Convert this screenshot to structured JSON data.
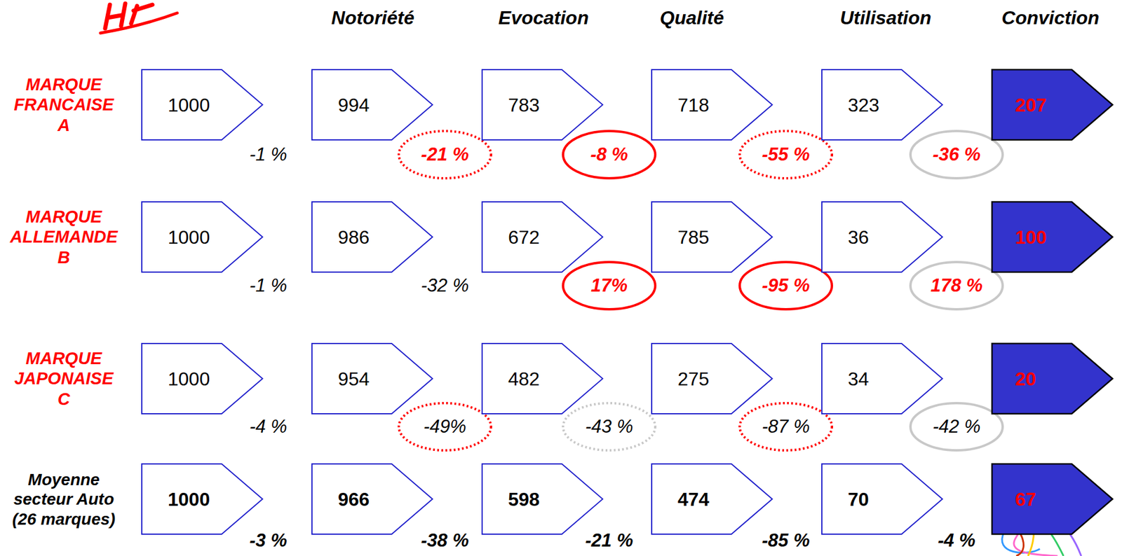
{
  "diagram": {
    "nodes": [
      {
        "text": [
          "1000"
        ]
      },
      {
        "text": [
          "994"
        ]
      },
      {
        "text": [
          "783"
        ]
      },
      {
        "text": [
          "718"
        ]
      },
      {
        "text": [
          "323"
        ]
      },
      {
        "text": [
          "207"
        ]
      },
      {
        "text": [
          "1000"
        ]
      },
      {
        "text": [
          "986"
        ]
      },
      {
        "text": [
          "672"
        ]
      },
      {
        "text": [
          "785"
        ]
      },
      {
        "text": [
          "36"
        ]
      },
      {
        "text": [
          "100"
        ]
      },
      {
        "text": [
          "1000"
        ]
      },
      {
        "text": [
          "954"
        ]
      },
      {
        "text": [
          "482"
        ]
      },
      {
        "text": [
          "275"
        ]
      },
      {
        "text": [
          "34"
        ]
      },
      {
        "text": [
          "20"
        ]
      },
      {
        "text": [
          "1000"
        ]
      },
      {
        "text": [
          "966"
        ]
      },
      {
        "text": [
          "598"
        ]
      },
      {
        "text": [
          "474"
        ]
      },
      {
        "text": [
          "70"
        ]
      },
      {
        "text": [
          "67"
        ]
      }
    ],
    "labels": [
      "Notoriété",
      "Evocation",
      "Qualité",
      "Utilisation",
      "Conviction",
      "MARQUE FRANCAISE A",
      "-1 %",
      "-21 %",
      "-8 %",
      "-55 %",
      "-36 %",
      "MARQUE ALLEMANDE B",
      "-1 %",
      "-32 %",
      "17%",
      "-95 %",
      "178 %",
      "MARQUE JAPONAISE C",
      "-4 %",
      "-49%",
      "-43 %",
      "-87 %",
      "-42 %",
      "Moyenne secteur Auto (26 marques)",
      "-3 %",
      "-38 %",
      "-21 %",
      "-85 %",
      "-4 %"
    ]
  }
}
